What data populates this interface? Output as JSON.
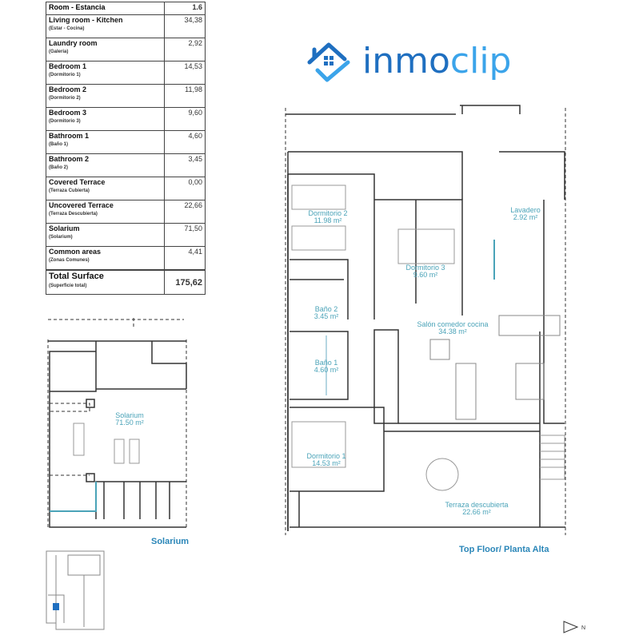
{
  "table": {
    "header": {
      "label": "Room - Estancia",
      "value": "1.6"
    },
    "rows": [
      {
        "en": "Living room - Kitchen",
        "es": "(Estar - Cocina)",
        "value": "34,38"
      },
      {
        "en": "Laundry room",
        "es": "(Galeria)",
        "value": "2,92"
      },
      {
        "en": "Bedroom 1",
        "es": "(Dormitorio 1)",
        "value": "14,53"
      },
      {
        "en": "Bedroom 2",
        "es": "(Dormitorio 2)",
        "value": "11,98"
      },
      {
        "en": "Bedroom 3",
        "es": "(Dormitorio 3)",
        "value": "9,60"
      },
      {
        "en": "Bathroom 1",
        "es": "(Baño 1)",
        "value": "4,60"
      },
      {
        "en": "Bathroom 2",
        "es": "(Baño 2)",
        "value": "3,45"
      },
      {
        "en": "Covered Terrace",
        "es": "(Terraza Cubierta)",
        "value": "0,00"
      },
      {
        "en": "Uncovered Terrace",
        "es": "(Terraza Descubierta)",
        "value": "22,66"
      },
      {
        "en": "Solarium",
        "es": "(Solarium)",
        "value": "71,50"
      },
      {
        "en": "Common areas",
        "es": "(Zonas Comunes)",
        "value": "4,41"
      }
    ],
    "total": {
      "en": "Total Surface",
      "es": "(Superficie total)",
      "value": "175,62"
    }
  },
  "logo": {
    "text_a": "inmo",
    "text_b": "clip",
    "color_dark": "#1f6fc0",
    "color_light": "#3ba4ea"
  },
  "top_floor": {
    "caption": "Top Floor/ Planta Alta",
    "rooms": [
      {
        "name": "Dormitorio 2",
        "area": "11.98 m²"
      },
      {
        "name": "Dormitorio 3",
        "area": "9.60 m²"
      },
      {
        "name": "Lavadero",
        "area": "2.92 m²"
      },
      {
        "name": "Baño 2",
        "area": "3.45 m²"
      },
      {
        "name": "Salón comedor cocina",
        "area": "34.38 m²"
      },
      {
        "name": "Baño 1",
        "area": "4.60 m²"
      },
      {
        "name": "Dormitorio 1",
        "area": "14.53 m²"
      },
      {
        "name": "Terraza descubierta",
        "area": "22.66 m²"
      }
    ]
  },
  "solarium": {
    "caption": "Solarium",
    "room": {
      "name": "Solarium",
      "area": "71.50 m²"
    }
  },
  "north": {
    "label": "N"
  }
}
